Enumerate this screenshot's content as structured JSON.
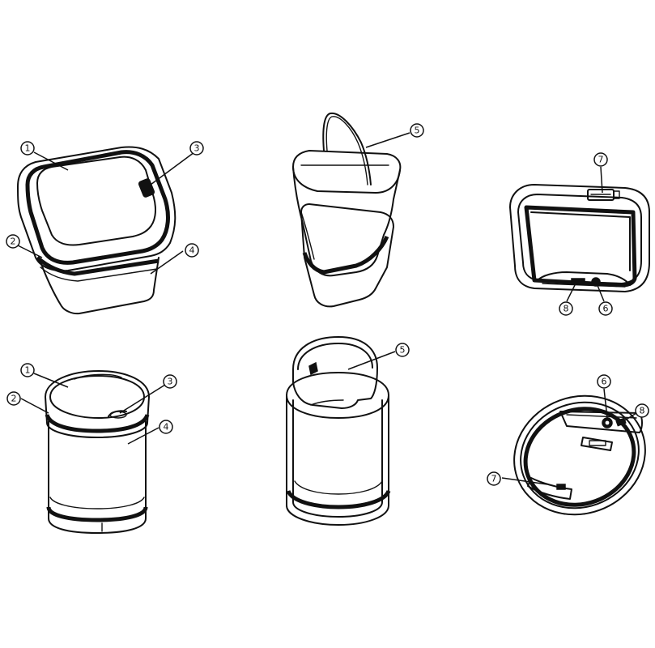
{
  "callouts": {
    "c1a": "1",
    "c2a": "2",
    "c3a": "3",
    "c4a": "4",
    "c5a": "5",
    "c6a": "6",
    "c7a": "7",
    "c8a": "8",
    "c1b": "1",
    "c2b": "2",
    "c3b": "3",
    "c4b": "4",
    "c5b": "5",
    "c6b": "6",
    "c7b": "7",
    "c8b": "8"
  }
}
